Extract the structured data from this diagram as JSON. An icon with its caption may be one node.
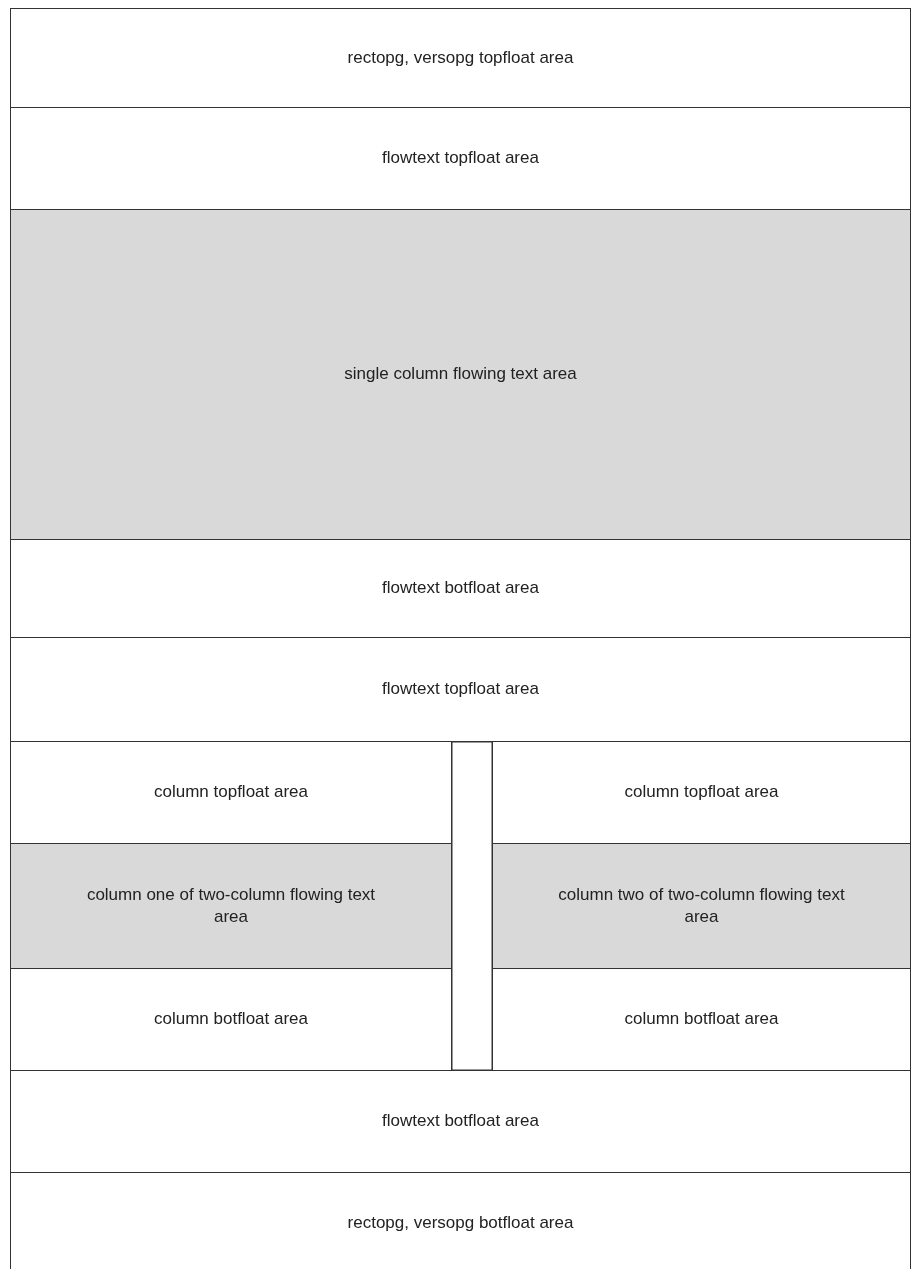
{
  "diagram": {
    "nodes": [
      {
        "text": [
          "rectopg, versopg topfloat area"
        ]
      },
      {
        "text": [
          "flowtext topfloat area"
        ]
      },
      {
        "text": [
          "single column flowing text area"
        ]
      },
      {
        "text": [
          "flowtext botfloat area"
        ]
      },
      {
        "text": [
          "flowtext topfloat area"
        ]
      },
      {
        "text": [
          "column topfloat area"
        ]
      },
      {
        "text": [
          "column one of two-column flowing text area"
        ]
      },
      {
        "text": [
          "column botfloat area"
        ]
      },
      {
        "text": [],
        "shape": "box"
      },
      {
        "text": [
          "column topfloat area"
        ]
      },
      {
        "text": [
          "column two of two-column flowing text area"
        ]
      },
      {
        "text": [
          "column botfloat area"
        ]
      },
      {
        "text": [
          "flowtext botfloat area"
        ]
      },
      {
        "text": [
          "rectopg, versopg botfloat area"
        ]
      }
    ]
  }
}
